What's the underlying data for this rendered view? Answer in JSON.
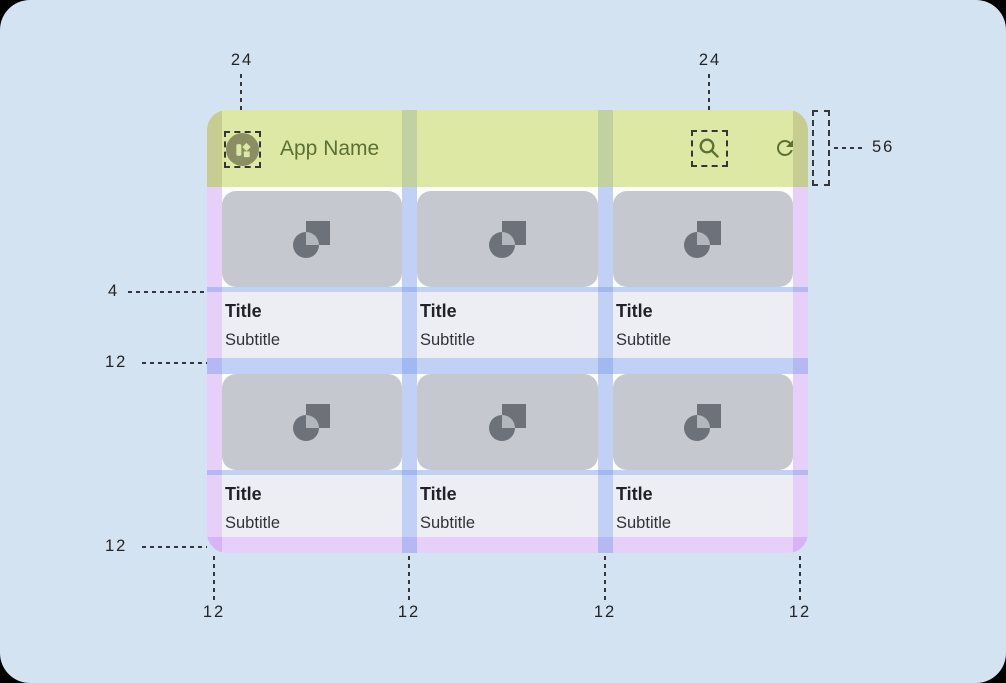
{
  "app": {
    "header": {
      "title": "App Name"
    },
    "cards": [
      {
        "title": "Title",
        "subtitle": "Subtitle"
      },
      {
        "title": "Title",
        "subtitle": "Subtitle"
      },
      {
        "title": "Title",
        "subtitle": "Subtitle"
      },
      {
        "title": "Title",
        "subtitle": "Subtitle"
      },
      {
        "title": "Title",
        "subtitle": "Subtitle"
      },
      {
        "title": "Title",
        "subtitle": "Subtitle"
      }
    ]
  },
  "measurements": {
    "nav_icon_size": "24",
    "action_icon_size": "24",
    "app_bar_height": "56",
    "image_text_gap": "4",
    "row_spacing": "12",
    "bottom_margin": "12",
    "column_spacings": [
      "12",
      "12",
      "12",
      "12"
    ]
  },
  "icons": {
    "logo": "app-logo-icon",
    "search": "search-icon",
    "refresh": "refresh-icon",
    "card_placeholder": "shapes-placeholder-icon"
  },
  "colors": {
    "page_bg": "#d4e3f1",
    "app_bar_bg": "#dce8a4",
    "accent_olive": "#5c7034",
    "margin_overlay_purple": "#e7d0fa",
    "gutter_overlay_blue": "#c1d1f6",
    "card_image_gray": "#c5c9cf",
    "card_text_bg": "#eceef3"
  }
}
